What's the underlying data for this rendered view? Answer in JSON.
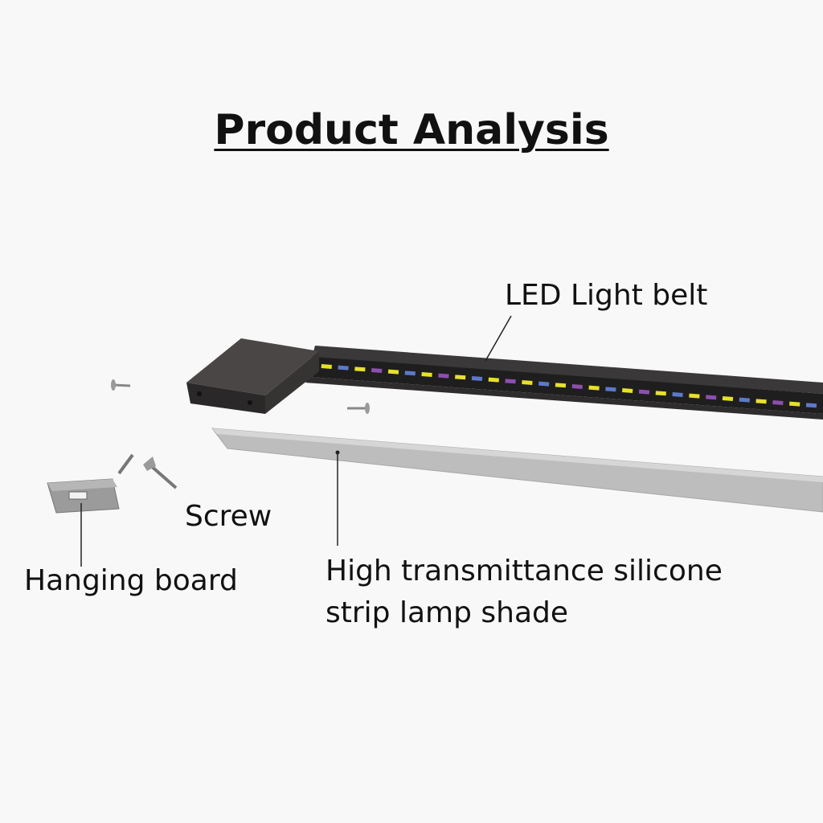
{
  "title": "Product Analysis",
  "parts": {
    "led_light_belt": "LED Light belt",
    "screw": "Screw",
    "hanging_board": "Hanging board",
    "lamp_shade_line1": "High transmittance silicone",
    "lamp_shade_line2": "strip lamp shade"
  },
  "colors": {
    "background": "#f8f8f8",
    "housing": "#2d2b2b",
    "led_yellow": "#e6e12a",
    "led_blue": "#5d79c9",
    "led_purple": "#8c4fb0",
    "shade": "#bdbdbd"
  }
}
